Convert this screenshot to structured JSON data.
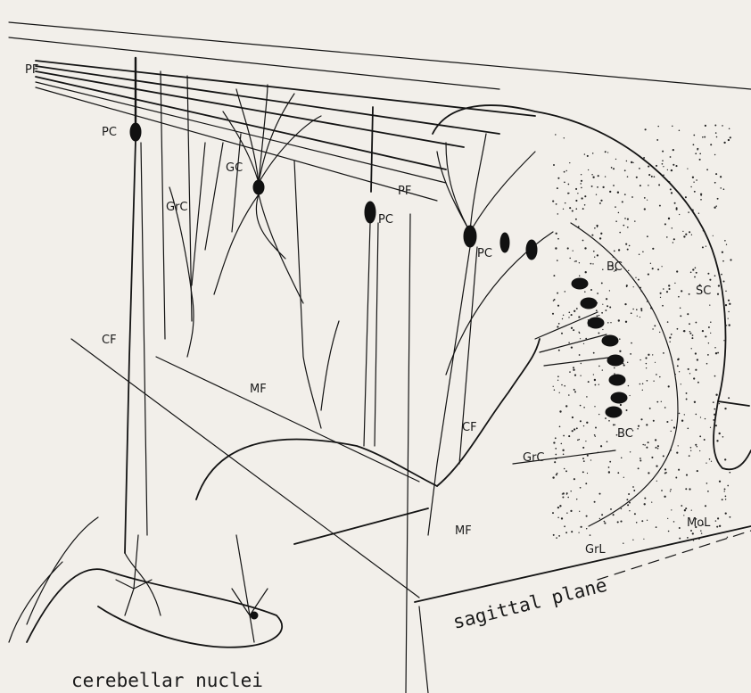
{
  "labels": {
    "pf_left": "PF",
    "pc_left": "PC",
    "gc": "GC",
    "grc_left": "GrC",
    "pc_mid": "PC",
    "pf_mid": "PF",
    "pc_right": "PC",
    "bc_top": "BC",
    "sc": "SC",
    "cf_left": "CF",
    "mf_left": "MF",
    "cf_right": "CF",
    "grc_right": "GrC",
    "bc_bottom": "BC",
    "mf_right": "MF",
    "grl": "GrL",
    "mol": "MoL",
    "sagittal_plane": "sagittal plane",
    "cerebellar_nuclei": "cerebellar nuclei"
  },
  "colors": {
    "ink": "#141414",
    "paper": "#f2efea"
  }
}
